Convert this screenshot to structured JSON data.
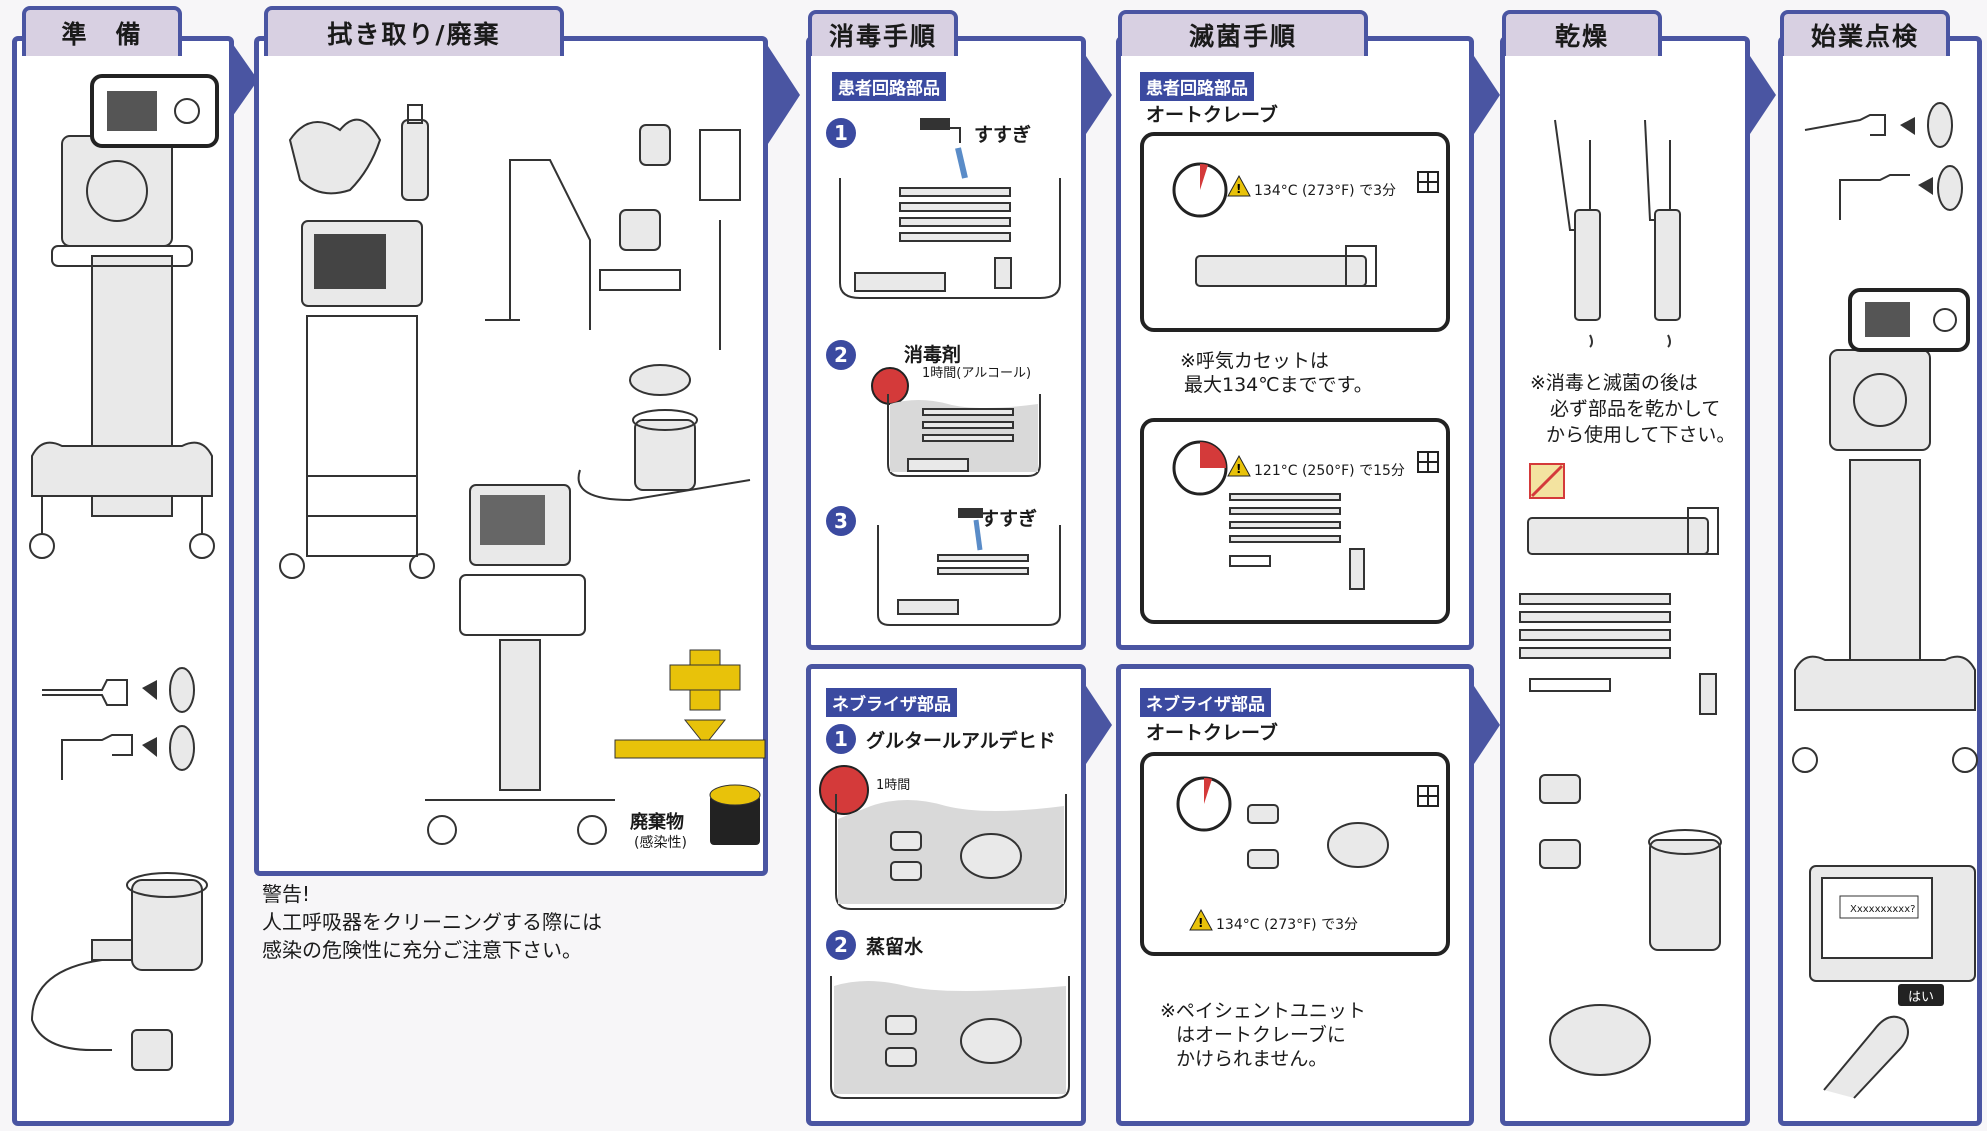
{
  "sections": {
    "prep": "準　備",
    "wipe": "拭き取り/廃棄",
    "disinfect": "消毒手順",
    "sterilize": "滅菌手順",
    "dry": "乾燥",
    "startup": "始業点検"
  },
  "labels": {
    "patient_parts": "患者回路部品",
    "nebulizer_parts": "ネブライザ部品",
    "rinse": "すすぎ",
    "disinfectant": "消毒剤",
    "one_hour_alcohol": "1時間(アルコール)",
    "glutaraldehyde": "グルタールアルデヒド",
    "one_hour": "1時間",
    "distilled_water": "蒸留水",
    "autoclave": "オートクレーブ",
    "temp_134": "134°C (273°F) で3分",
    "temp_121": "121°C (250°F) で15分",
    "waste": "廃棄物",
    "infectious": "(感染性)",
    "screen_text": "Xxxxxxxxxx?",
    "yes_button": "はい"
  },
  "steps": {
    "n1": "1",
    "n2": "2",
    "n3": "3"
  },
  "notes": {
    "exhale_cassette_1": "※呼気カセットは",
    "exhale_cassette_2": "最大134℃までです。",
    "dry_note_1": "※消毒と滅菌の後は",
    "dry_note_2": "必ず部品を乾かして",
    "dry_note_3": "から使用して下さい。",
    "patient_unit_1": "※ペイシェントユニット",
    "patient_unit_2": "はオートクレーブに",
    "patient_unit_3": "かけられません。"
  },
  "warning": {
    "title": "警告!",
    "line1": "人工呼吸器をクリーニングする際には",
    "line2": "感染の危険性に充分ご注意下さい。"
  },
  "colors": {
    "frame": "#4a55a2",
    "tab": "#d8d0e2",
    "badge": "#3b4aa0",
    "timer_red": "#d43a3a",
    "waste_yellow": "#e8c20a"
  }
}
